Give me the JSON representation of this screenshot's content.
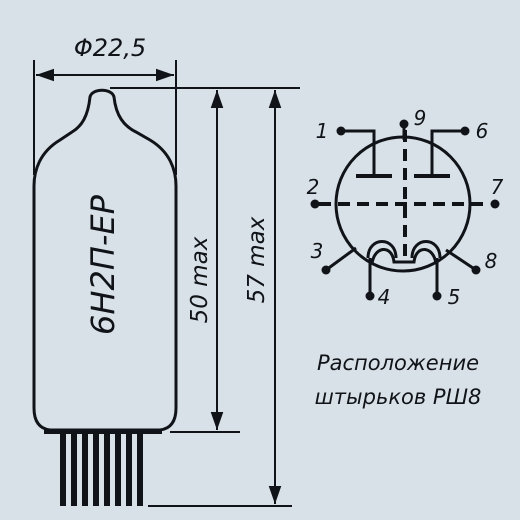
{
  "diagram": {
    "diameter_label": "Φ22,5",
    "tube_marking": "6Н2П-ЕР",
    "height_inner_label": "50 max",
    "height_outer_label": "57 max",
    "pins": {
      "p1": "1",
      "p2": "2",
      "p3": "3",
      "p4": "4",
      "p5": "5",
      "p6": "6",
      "p7": "7",
      "p8": "8",
      "p9": "9"
    },
    "caption_line1": "Расположение",
    "caption_line2": "штырьков РШ8"
  },
  "colors": {
    "background": "#d9e1e8",
    "ink": "#101418"
  }
}
